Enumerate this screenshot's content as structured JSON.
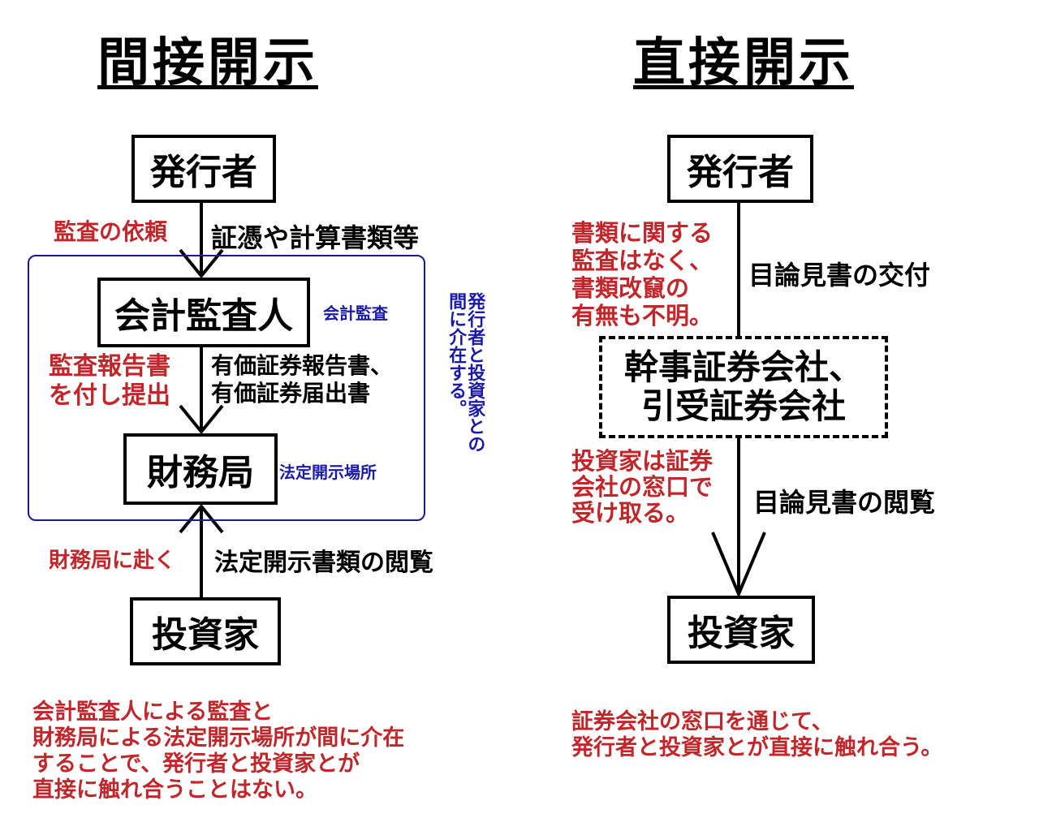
{
  "indirect": {
    "title": "間接開示",
    "issuer": "発行者",
    "auditor": "会計監査人",
    "auditor_side": "会計監査",
    "finance_bureau": "財務局",
    "finance_side": "法定開示場所",
    "investor": "投資家",
    "request_label": "監査の依頼",
    "evidence_label": "証憑や計算書類等",
    "report_label_1": "監査報告書",
    "report_label_2": "を付し提出",
    "securities_report_1": "有価証券報告書、",
    "securities_report_2": "有価証券届出書",
    "intermediary_col_1": "間に介在する。",
    "intermediary_col_2": "発行者と投資家との",
    "visit_label": "財務局に赴く",
    "browse_label": "法定開示書類の閲覧",
    "summary": [
      "会計監査人による監査と",
      "財務局による法定開示場所が間に介在",
      "することで、発行者と投資家とが",
      "直接に触れ合うことはない。"
    ]
  },
  "direct": {
    "title": "直接開示",
    "issuer": "発行者",
    "underwriter_1": "幹事証券会社、",
    "underwriter_2": "引受証券会社",
    "investor": "投資家",
    "no_audit": [
      "書類に関する",
      "監査はなく、",
      "書類改竄の",
      "有無も不明。"
    ],
    "prospectus_delivery": "目論見書の交付",
    "receive": [
      "投資家は証券",
      "会社の窓口で",
      "受け取る。"
    ],
    "prospectus_browse": "目論見書の閲覧",
    "summary": [
      "証券会社の窓口を通じて、",
      "発行者と投資家とが直接に触れ合う。"
    ]
  },
  "colors": {
    "red": "#c0262a",
    "blue": "#1a1aa8",
    "frame": "#1a1a8c"
  }
}
